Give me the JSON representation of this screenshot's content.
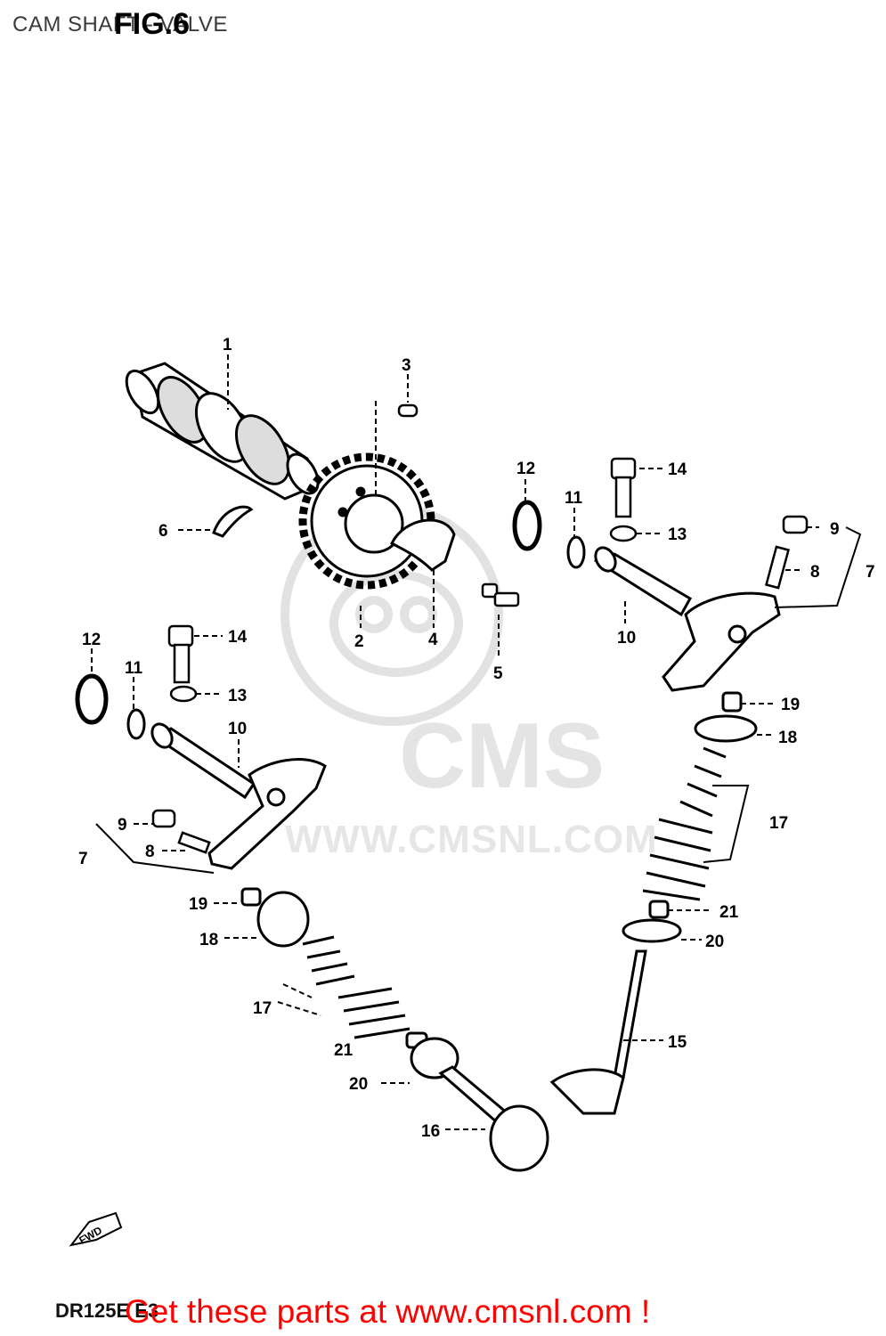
{
  "header": {
    "title": "CAM SHAFT - VALVE",
    "fig_label": "FIG.6"
  },
  "watermark": {
    "logo_text": "CMS",
    "url_text": "WWW.CMSNL.COM"
  },
  "diagram": {
    "orientation_label": "FWD",
    "callouts": {
      "c1": "1",
      "c2": "2",
      "c3": "3",
      "c4": "4",
      "c5": "5",
      "c6": "6",
      "c7a": "7",
      "c7b": "7",
      "c8a": "8",
      "c8b": "8",
      "c9a": "9",
      "c9b": "9",
      "c10a": "10",
      "c10b": "10",
      "c11a": "11",
      "c11b": "11",
      "c12a": "12",
      "c12b": "12",
      "c13a": "13",
      "c13b": "13",
      "c14a": "14",
      "c14b": "14",
      "c15": "15",
      "c16": "16",
      "c17a": "17",
      "c17b": "17",
      "c18a": "18",
      "c18b": "18",
      "c19a": "19",
      "c19b": "19",
      "c20a": "20",
      "c20b": "20",
      "c21a": "21",
      "c21b": "21"
    }
  },
  "footer": {
    "model_code": "DR125E E3",
    "cta": "Get these parts at www.cmsnl.com !"
  }
}
